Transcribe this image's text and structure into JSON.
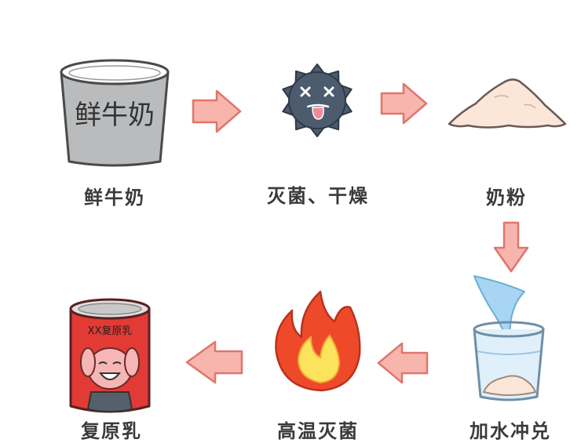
{
  "steps": {
    "fresh_milk": "鲜牛奶",
    "sterilize_dry": "灭菌、干燥",
    "milk_powder": "奶粉",
    "add_water": "加水冲兑",
    "high_temp_sterilize": "高温灭菌",
    "reconstituted_milk": "复原乳"
  },
  "illustrations": {
    "bucket_text": "鲜牛奶",
    "can_text": "XX复原乳"
  },
  "colors": {
    "arrow_fill": "#f7b5ae",
    "arrow_stroke": "#e0766c",
    "bacteria": "#4c5c6e",
    "bucket": "#b9bbbd",
    "can_red": "#e23a35",
    "flame_outer": "#ee4a2a",
    "flame_inner": "#fbe45c",
    "powder": "#fbe6d8"
  },
  "icons": [
    "milk-bucket-icon",
    "bacteria-icon",
    "powder-pile-icon",
    "water-glass-icon",
    "flame-icon",
    "milk-can-icon"
  ]
}
